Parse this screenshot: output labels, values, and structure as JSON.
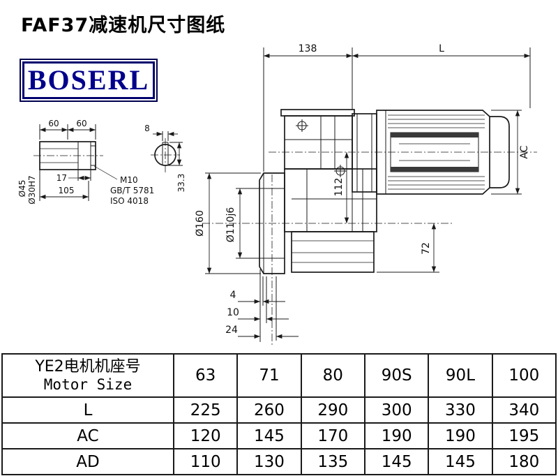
{
  "page": {
    "title": "FAF37减速机尺寸图纸"
  },
  "logo": {
    "text": "BOSERL"
  },
  "drawing": {
    "dims": {
      "width_138": "138",
      "length_L": "L",
      "ac": "AC",
      "shaft_seg1": "60",
      "shaft_seg2": "60",
      "dim17": "17",
      "dim105": "105",
      "dia45": "Ø45",
      "dia30": "Ø30H7",
      "key_width": "8",
      "key_height": "33.3",
      "thread": "M10",
      "std_gb": "GB/T 5781",
      "std_iso": "ISO 4018",
      "flange_od": "Ø160",
      "pilot_dia": "Ø110j6",
      "dim112": "112",
      "dim72": "72",
      "dim4": "4",
      "dim10": "10",
      "dim24": "24"
    }
  },
  "table": {
    "header_label_cn": "YE2电机机座号",
    "header_label_en": "Motor Size",
    "motor_sizes": [
      "63",
      "71",
      "80",
      "90S",
      "90L",
      "100"
    ],
    "rows": [
      {
        "label": "L",
        "values": [
          "225",
          "260",
          "290",
          "300",
          "330",
          "340"
        ]
      },
      {
        "label": "AC",
        "values": [
          "120",
          "145",
          "170",
          "190",
          "190",
          "195"
        ]
      },
      {
        "label": "AD",
        "values": [
          "110",
          "130",
          "135",
          "145",
          "145",
          "180"
        ]
      }
    ]
  }
}
